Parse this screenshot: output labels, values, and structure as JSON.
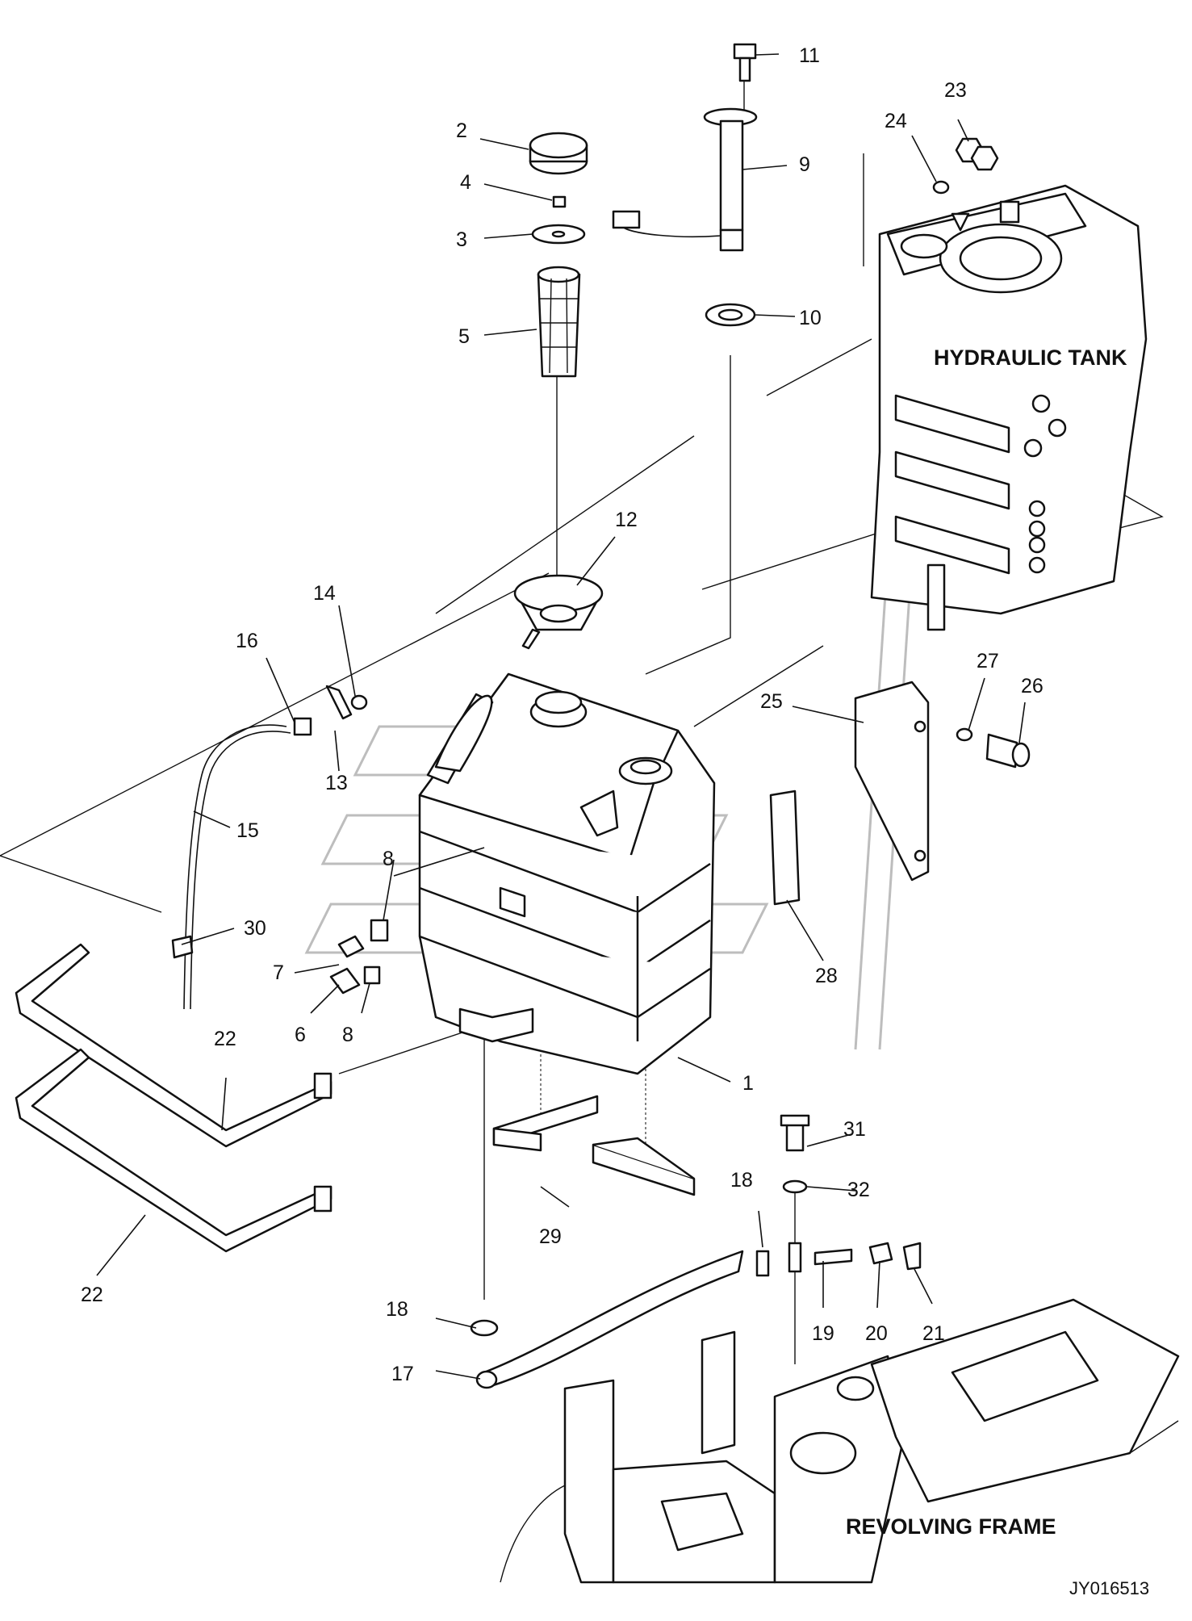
{
  "diagram": {
    "drawing_code": "JY016513",
    "assemblies": {
      "hydraulic_tank": "HYDRAULIC TANK",
      "revolving_frame": "REVOLVING FRAME"
    },
    "callouts": {
      "c1": "1",
      "c2": "2",
      "c3": "3",
      "c4": "4",
      "c5": "5",
      "c6": "6",
      "c7": "7",
      "c8a": "8",
      "c8b": "8",
      "c9": "9",
      "c10": "10",
      "c11": "11",
      "c12": "12",
      "c13": "13",
      "c14": "14",
      "c15": "15",
      "c16": "16",
      "c17": "17",
      "c18a": "18",
      "c18b": "18",
      "c19": "19",
      "c20": "20",
      "c21": "21",
      "c22a": "22",
      "c22b": "22",
      "c23": "23",
      "c24": "24",
      "c25": "25",
      "c26": "26",
      "c27": "27",
      "c28": "28",
      "c29": "29",
      "c30": "30",
      "c31": "31",
      "c32": "32"
    }
  }
}
